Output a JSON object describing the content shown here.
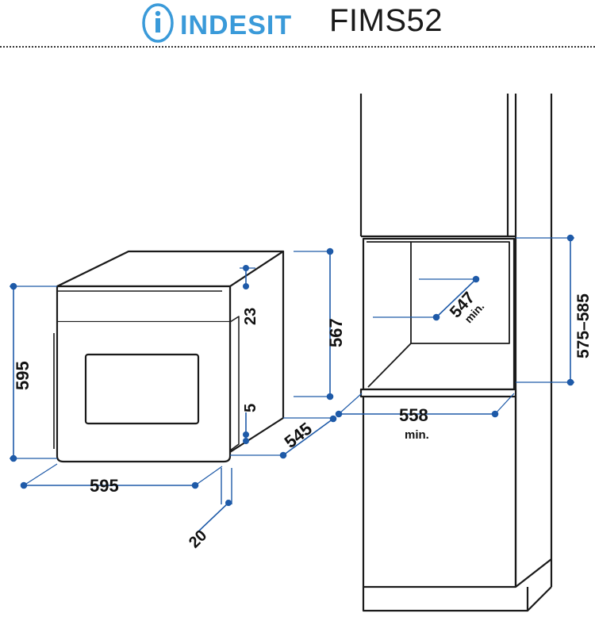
{
  "header": {
    "brand": "INDESIT",
    "model": "FIMS52",
    "logo_icon": "indesit-i-logo-icon"
  },
  "colors": {
    "line": "#1a1a1a",
    "accent": "#1e5aa8",
    "logo_blue": "#3a9ad9"
  },
  "dimensions": {
    "oven_height": "595",
    "oven_width": "595",
    "oven_depth": "545",
    "oven_body_height": "567",
    "top_gap": "23",
    "bottom_gap": "5",
    "front_panel": "20",
    "cabinet_width": "558",
    "cabinet_width_note": "min.",
    "cabinet_depth": "547",
    "cabinet_depth_note": "min.",
    "cabinet_height": "575–585"
  }
}
